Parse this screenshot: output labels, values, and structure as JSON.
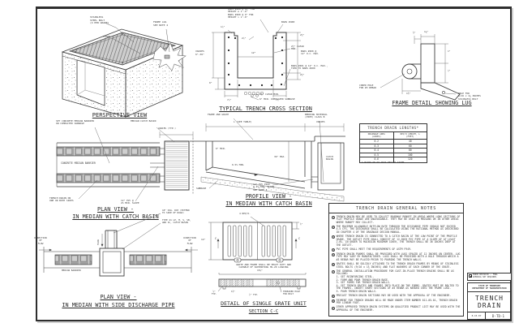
{
  "perspective": {
    "title": "PERSPECTIVE VIEW",
    "bolt_label": "STAINLESS\nSTEEL BOLT\n(4 PER GRATE)",
    "frame_label": "FRAME",
    "lug_label": "FRAME LUG\nSEE NOTE 4"
  },
  "cross_section": {
    "title": "TYPICAL TRENCH CROSS SECTION",
    "bars_top": "BARS #400 @ 4½\" FOR\nHEIGHT ≤ 1'-6\"\nBARS #400 @ 9\" FOR\nHEIGHT > 1'-6\"",
    "bars_400": "BARS #400",
    "dim_1_78": "1⅞\"",
    "dim_2_78": "2⅞\"",
    "varies": "VARIES\n6\"-36\"",
    "dim_6": "6\"",
    "dim_12": "12\"",
    "clear_right": "2½\" CLEAR\nMIN.",
    "dim_2half_top": "2½\"",
    "bars_400_12": "BARS #400 @\n12\" O.C. MAX.",
    "dim_2half_bot": "2½\"",
    "bars_401": "BARS #401 @ 12\" O.C. MAX.,\nTIED TO BARS #400",
    "clear_bot": "2½\" CLEAR MIN.",
    "subbase": "6\" MIN. COMPACTED SUBBASE",
    "dim_wall_l": "7⅞\"",
    "dim_wall_r": "7⅞\""
  },
  "frame_detail": {
    "title": "FRAME DETAIL SHOWING LUG",
    "dim_134": "1¾\"",
    "dim_half": "½\"",
    "dim_1": "1\"",
    "dim_78": "⅞\"",
    "dim_138": "1⅜\"",
    "cored_hole": "CORED HOLE\nFOR #3 REBAR",
    "bolt_hole": "HOLE FOR\n9/16 x 1¾ INCHES\nSTAINLESS BOLT"
  },
  "plan_catch_basin": {
    "title1": "PLAN VIEW -",
    "title2": "IN MEDIAN WITH CATCH BASIN",
    "set_barrier": "SET CONCRETE MEDIAN BARRIER\nON COMPACTED SUBBASE",
    "median_cb": "MEDIAN CATCH BASIN",
    "varies": "VARIES (TYP.)",
    "conc_barrier": "CONCRETE MEDIAN BARRIER",
    "trench_drain": "TRENCH DRAIN ON\nONE OR BOTH SIDES",
    "pvc": "12\" PVC @\n2% MIN. SLOPE"
  },
  "profile": {
    "title1": "PROFILE VIEW -",
    "title2": "IN MEDIAN WITH CATCH BASIN",
    "frame_grate": "FRAME AND GRATE",
    "dim_l": "L (SEE TABLE)",
    "varies": "VARIES",
    "bedding": "BEDDING MATERIAL\n(PIPE) CLASS B",
    "dim_6min": "6\" MIN.",
    "dim_36max": "36\" MAX.",
    "slope": "0.5% MIN.",
    "catch_basin": "CATCH\nBASIN",
    "subbase": "SUBBASE",
    "pvc": "12\" PVC PIPE\n@ 2% MIN. SLOPE\nSEE NOTE 3"
  },
  "lengths_table": {
    "title": "TRENCH DRAIN LENGTHS*",
    "col1": "DRAINAGE AREA\n(ACRES)",
    "col2": "REQ'D LENGTH, L\n(FEET)",
    "rows": [
      [
        "0.2",
        "40"
      ],
      [
        "0.3",
        "60"
      ],
      [
        "0.4",
        "80"
      ],
      [
        "0.5",
        "100"
      ],
      [
        "0.6",
        "120"
      ]
    ],
    "footnote": "* BASED ON 50-YEAR DESIGN STORM"
  },
  "general_notes": {
    "title": "TRENCH DRAIN GENERAL NOTES",
    "items": [
      {
        "num": "1",
        "text": "TRENCH DRAIN MAY BE USED TO COLLECT ROADWAY RUNOFF IN AREAS WHERE LONG SECTIONS OF FLAT PROFILE GRADE ARE UNAVOIDABLE. THEY MAY BE USED IN MEDIANS OR IN OTHER AREAS WHERE RUNOFF MAY COLLECT."
      },
      {
        "num": "2",
        "text": "THE MAXIMUM ALLOWABLE OUTFLOW RATE THROUGH THE DISCHARGE PIPE SHOULD NOT EXCEED 4.5 CFS. THE DISCHARGE SHALL BE CALCULATED USING THE RATIONAL METHOD AS DESCRIBED IN CHAPTER 4 OF THE DRAINAGE DESIGN MANUAL."
      },
      {
        "num": "3",
        "text": "WHERE TRENCH DRAIN IS CONNECTED TO A CATCH BASIN AT THE LOW POINT OF THE PROFILE GRADE, THE OUTLET PIPE SHALL CONSIST OF 12-INCH PVC PIPE AT A SLOPE OF AT LEAST 2.0%. IN ORDER TO MAINTAIN MINIMUM COVER, THE TRENCH SHALL BE 36 INCHES DEEP AT THE OUTLET."
      },
      {
        "num": "4",
        "text": "PVC PIPE SHALL MEET THE REQUIREMENTS OF ASTM F949."
      },
      {
        "num": "5",
        "text": "TRENCH DRAIN FRAMES SHALL BE PROVIDED WITH LUGS SPACED AT 12 INCHES ON CENTER. LUG TYPE MAY VARY BY MANUFACTURER. LUGS SHALL BE PROVIDED WITH A HOLE THROUGH WHICH A #3 REBAR MAY BE PLACED PRIOR TO POURING THE TRENCH WALLS."
      },
      {
        "num": "6",
        "text": "GRATES SHALL BE SOLIDLY ATTACHED TO THE TRENCH DRAIN FRAMES BY MEANS OF STAINLESS STEEL BOLTS (9/16 x 1¾ INCHES) AND FLAT WASHERS AT EACH CORNER OF THE GRATE."
      },
      {
        "num": "7",
        "text": "THE GENERAL INSTALLATION PROCEDURE FOR CAST-IN-PLACE TRENCH DRAINS SHALL BE AS FOLLOWS:\n1. SET REINFORCING STEEL.\n2. FORM AND POUR TRENCH DRAIN BASE.\n3. SET FORMS FOR TRENCH DRAIN WALLS.\n4. SET TRENCH GRATES AND FRAMES INTO PLACE ON THE FORMS.  GRATES MUST BE BOLTED TO THE FRAMES.  INSERT SHORT SECTIONS OF #3 REBAR AS NEEDED INTO THE FRAME LUGS.\n5. POUR TRENCH DRAIN WALLS."
      },
      {
        "num": "8",
        "text": "PRECAST TRENCH DRAIN SECTIONS MAY BE USED WITH THE APPROVAL OF THE ENGINEER."
      },
      {
        "num": "9",
        "text": "PAYMENT FOR TRENCH DRAINS WILL BE MADE UNDER ITEM NUMBER 611-05.01, TRENCH DRAIN PER LINEAR FOOT."
      },
      {
        "num": "10",
        "text": "OTHER APPROVED TRENCH DRAIN SYSTEMS ON QUALIFIED PRODUCT LIST MAY BE USED WITH THE APPROVAL OF THE ENGINEER."
      }
    ]
  },
  "plan_side_discharge": {
    "title1": "PLAN VIEW -",
    "title2": "IN MEDIAN WITH SIDE DISCHARGE PIPE",
    "dir_flow_left": "DIRECTION\nOF\nFLOW",
    "dir_flow_right": "DIRECTION\nOF\nFLOW",
    "flow": "FLOW",
    "rcp": "18\" DIA. RCP (EXTEND\nTO SIDE OF ROAD)",
    "type41": "TYPE 41 LP, M, S, SB,\nAND SC, CATCH BASIN",
    "median_barrier": "MEDIAN BARRIER"
  },
  "grate_detail": {
    "title1": "DETAIL OF SINGLE GRATE UNIT",
    "title2": "SECTION C-C",
    "req": "4 REQ'D.",
    "c_left": "C",
    "c_right": "C",
    "dim_14": "14\"",
    "dim_58_side": "⅝\"",
    "hs20_note": "GRATE AND FRAME SHALL BE HEAVY DUTY AND\nCAPABLE OF SUPPORTING HS-20 LOADING",
    "dim_1578": "15⅞\"",
    "dim_138": "1⅜\"",
    "dim_58typ": "⅝\"\nTYP.",
    "dim_78typ": "⅞\" TYP.",
    "threaded": "THREADED HOLE\nFOR BOLT"
  },
  "title_block": {
    "revision": "MINOR REVISION -- FHWA\nAPPROVAL NOT REQUIRED.",
    "agency": "STATE OF TENNESSEE\nDEPARTMENT OF TRANSPORTATION",
    "title": "TRENCH\nDRAIN",
    "date": "8-15-07",
    "sheet": "D-TD-1"
  }
}
